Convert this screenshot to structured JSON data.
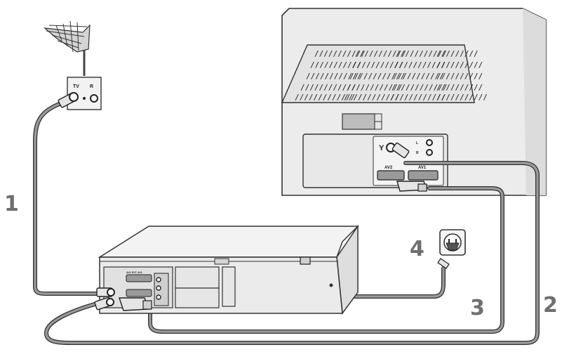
{
  "wall_plate": {
    "tv_label": "TV",
    "radio_label": "R"
  },
  "vcr": {
    "scart_label": "AV1 EXT. AV1"
  },
  "tv_set": {
    "scart_av2_label": "AV2",
    "scart_av1_label": "AV1",
    "audio_left_label": "L",
    "audio_right_label": "R"
  },
  "steps": [
    "1",
    "2",
    "3",
    "4"
  ],
  "colors": {
    "cable": "#8f8f8f",
    "body": "#ebebeb",
    "outline": "#333333"
  }
}
